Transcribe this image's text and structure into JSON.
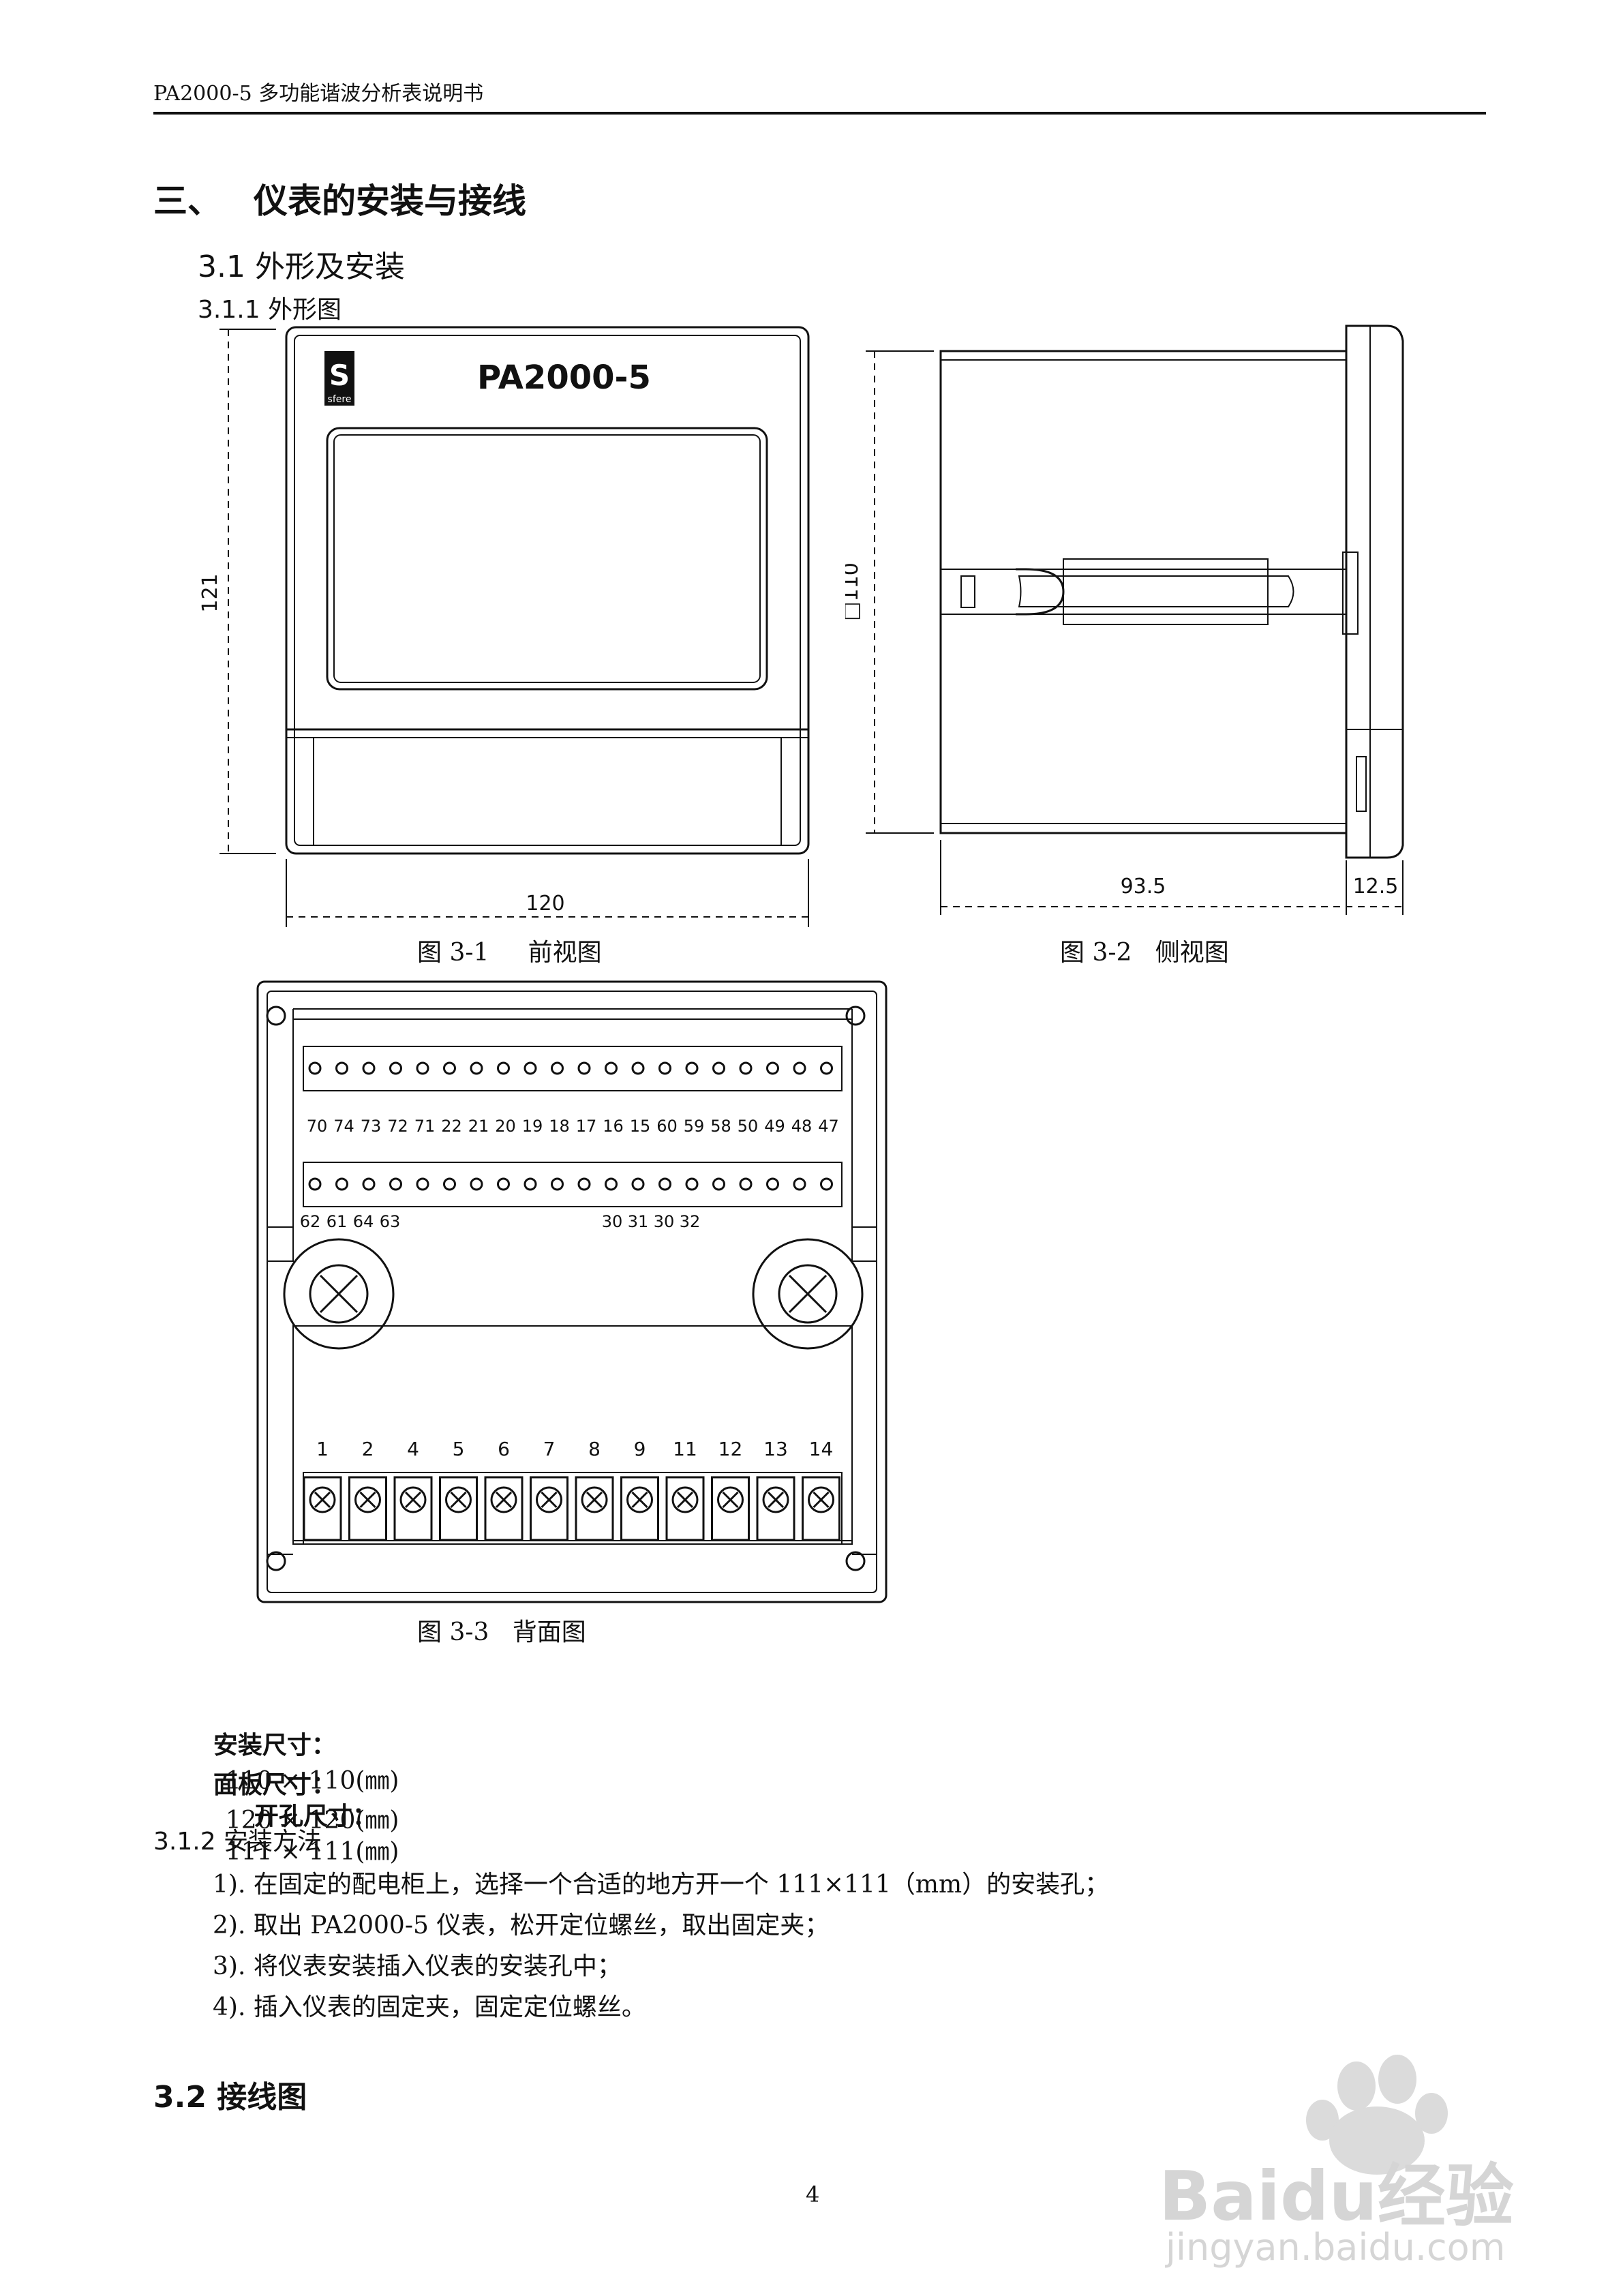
{
  "header": {
    "title": "PA2000-5 多功能谐波分析表说明书"
  },
  "section3": {
    "number": "三、",
    "title": "仪表的安装与接线"
  },
  "s31": {
    "title": "3.1 外形及安装"
  },
  "s311": {
    "title": "3.1.1 外形图"
  },
  "front_view": {
    "brand": "sfere",
    "model": "PA2000-5",
    "dim_height": "121",
    "dim_width": "120",
    "caption": "图 3-1     前视图"
  },
  "side_view": {
    "dim_height": "□110",
    "dim_depth": "93.5",
    "dim_front": "12.5",
    "caption": "图 3-2   侧视图"
  },
  "back_view": {
    "terminal_labels_top": [
      "70",
      "74",
      "73",
      "72",
      "71",
      "22",
      "21",
      "20",
      "19",
      "18",
      "17",
      "16",
      "15",
      "60",
      "59",
      "58",
      "50",
      "49",
      "48",
      "47"
    ],
    "terminal_labels_mid_left": [
      "62",
      "61",
      "64",
      "63"
    ],
    "terminal_labels_mid_right": [
      "30",
      "31",
      "30",
      "32"
    ],
    "terminal_labels_bottom": [
      "1",
      "2",
      "4",
      "5",
      "6",
      "7",
      "8",
      "9",
      "11",
      "12",
      "13",
      "14"
    ],
    "caption": "图 3-3   背面图"
  },
  "specs": {
    "install_label": "安装尺寸：",
    "install_value": "110 × 110(㎜)",
    "cutout_label": "开孔尺寸：",
    "cutout_value": "111 × 111(㎜)",
    "panel_label": "面板尺寸：",
    "panel_value": "120 × 120(㎜)"
  },
  "s312": {
    "title": "3.1.2 安装方法",
    "steps": [
      "1). 在固定的配电柜上，选择一个合适的地方开一个 111×111（mm）的安装孔；",
      "2). 取出 PA2000-5 仪表，松开定位螺丝，取出固定夹；",
      "3). 将仪表安装插入仪表的安装孔中；",
      "4). 插入仪表的固定夹，固定定位螺丝。"
    ]
  },
  "s32": {
    "title": "3.2 接线图"
  },
  "page_number": "4",
  "watermark": {
    "brand": "Baidu经验",
    "url": "jingyan.baidu.com"
  }
}
